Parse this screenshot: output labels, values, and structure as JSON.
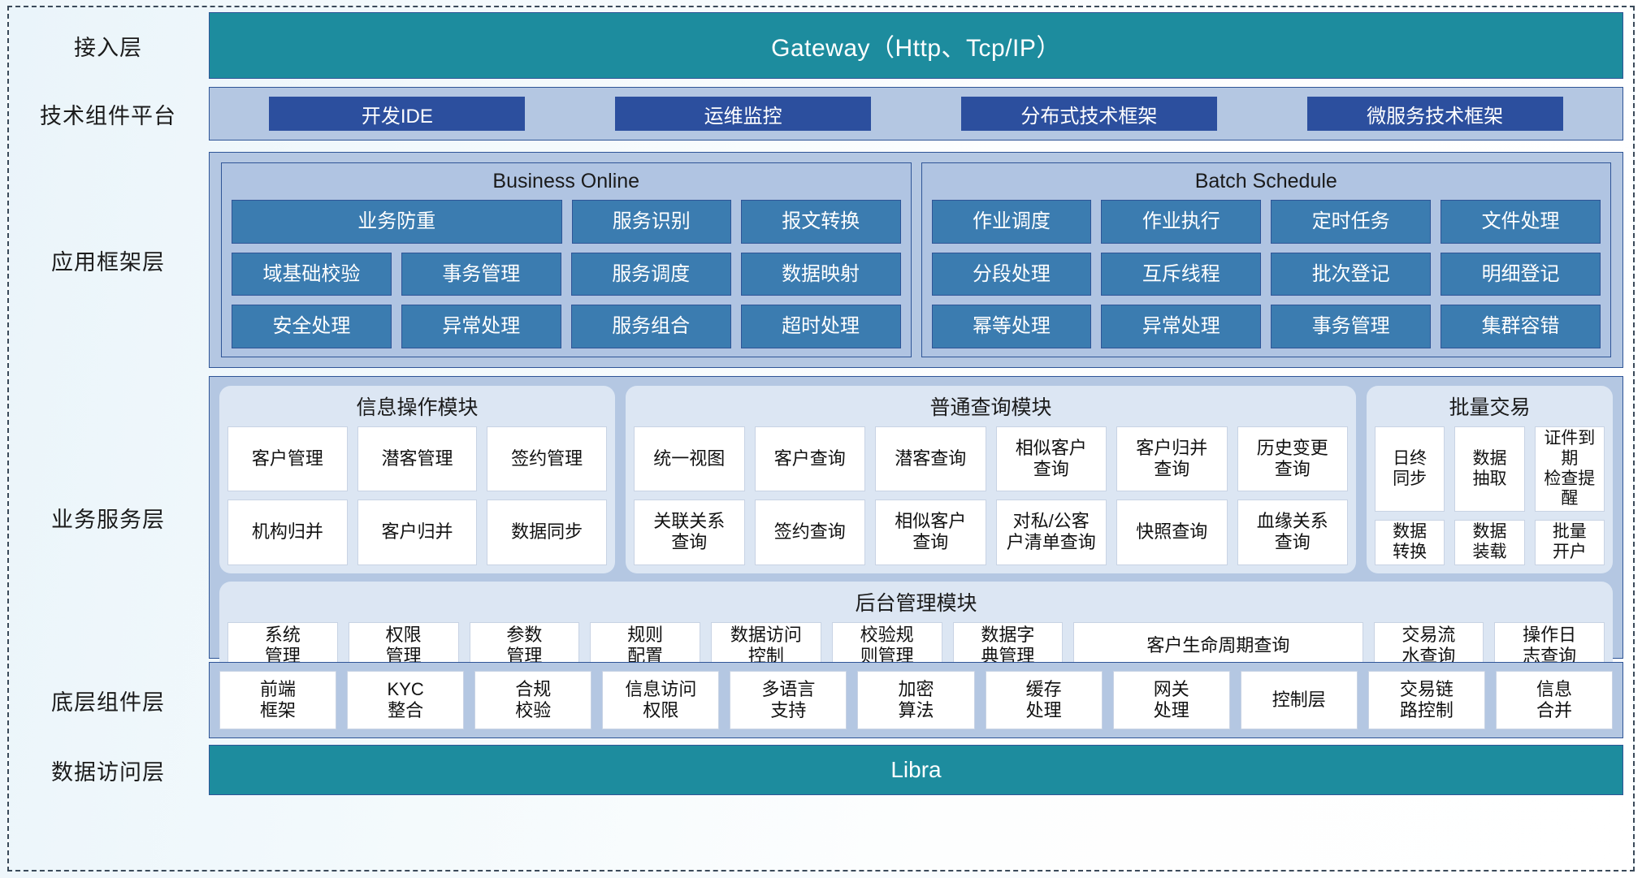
{
  "layers": {
    "access": "接入层",
    "tech_platform": "技术组件平台",
    "app_framework": "应用框架层",
    "business_service": "业务服务层",
    "bottom_component": "底层组件层",
    "data_access": "数据访问层"
  },
  "gateway": {
    "label": "Gateway（Http、Tcp/IP）"
  },
  "tech_chips": [
    "开发IDE",
    "运维监控",
    "分布式技术框架",
    "微服务技术框架"
  ],
  "app_framework": {
    "groups": [
      {
        "title": "Business Online",
        "rows": [
          [
            {
              "label": "业务防重",
              "span": 2
            },
            {
              "label": "服务识别",
              "span": 1
            },
            {
              "label": "报文转换",
              "span": 1
            }
          ],
          [
            {
              "label": "域基础校验",
              "span": 1
            },
            {
              "label": "事务管理",
              "span": 1
            },
            {
              "label": "服务调度",
              "span": 1
            },
            {
              "label": "数据映射",
              "span": 1
            }
          ],
          [
            {
              "label": "安全处理",
              "span": 1
            },
            {
              "label": "异常处理",
              "span": 1
            },
            {
              "label": "服务组合",
              "span": 1
            },
            {
              "label": "超时处理",
              "span": 1
            }
          ]
        ]
      },
      {
        "title": "Batch Schedule",
        "rows": [
          [
            {
              "label": "作业调度",
              "span": 1
            },
            {
              "label": "作业执行",
              "span": 1
            },
            {
              "label": "定时任务",
              "span": 1
            },
            {
              "label": "文件处理",
              "span": 1
            }
          ],
          [
            {
              "label": "分段处理",
              "span": 1
            },
            {
              "label": "互斥线程",
              "span": 1
            },
            {
              "label": "批次登记",
              "span": 1
            },
            {
              "label": "明细登记",
              "span": 1
            }
          ],
          [
            {
              "label": "幂等处理",
              "span": 1
            },
            {
              "label": "异常处理",
              "span": 1
            },
            {
              "label": "事务管理",
              "span": 1
            },
            {
              "label": "集群容错",
              "span": 1
            }
          ]
        ]
      }
    ]
  },
  "business_service": {
    "modules": [
      {
        "title": "信息操作模块",
        "rows": [
          [
            "客户管理",
            "潜客管理",
            "签约管理"
          ],
          [
            "机构归并",
            "客户归并",
            "数据同步"
          ]
        ]
      },
      {
        "title": "普通查询模块",
        "rows": [
          [
            "统一视图",
            "客户查询",
            "潜客查询",
            "相似客户\n查询",
            "客户归并\n查询",
            "历史变更\n查询"
          ],
          [
            "关联关系\n查询",
            "签约查询",
            "相似客户\n查询",
            "对私/公客\n户清单查询",
            "快照查询",
            "血缘关系\n查询"
          ]
        ]
      },
      {
        "title": "批量交易",
        "rows": [
          [
            "日终\n同步",
            "数据\n抽取",
            "证件到期\n检查提醒"
          ],
          [
            "数据\n转换",
            "数据\n装载",
            "批量\n开户"
          ]
        ]
      }
    ],
    "admin_module": {
      "title": "后台管理模块",
      "items": [
        {
          "label": "系统\n管理",
          "wide": false
        },
        {
          "label": "权限\n管理",
          "wide": false
        },
        {
          "label": "参数\n管理",
          "wide": false
        },
        {
          "label": "规则\n配置",
          "wide": false
        },
        {
          "label": "数据访问\n控制",
          "wide": false
        },
        {
          "label": "校验规\n则管理",
          "wide": false
        },
        {
          "label": "数据字\n典管理",
          "wide": false
        },
        {
          "label": "客户生命周期查询",
          "wide": true
        },
        {
          "label": "交易流\n水查询",
          "wide": false
        },
        {
          "label": "操作日\n志查询",
          "wide": false
        }
      ]
    }
  },
  "bottom_components": [
    "前端\n框架",
    "KYC\n整合",
    "合规\n校验",
    "信息访问\n权限",
    "多语言\n支持",
    "加密\n算法",
    "缓存\n处理",
    "网关\n处理",
    "控制层",
    "交易链\n路控制",
    "信息\n合并"
  ],
  "data_access": {
    "label": "Libra"
  },
  "colors": {
    "teal": "#1d8c9e",
    "navy": "#2c4f9e",
    "steel": "#3b7cb0",
    "band": "#b4c7e2",
    "module": "#dce6f3",
    "border": "#2f5597"
  }
}
